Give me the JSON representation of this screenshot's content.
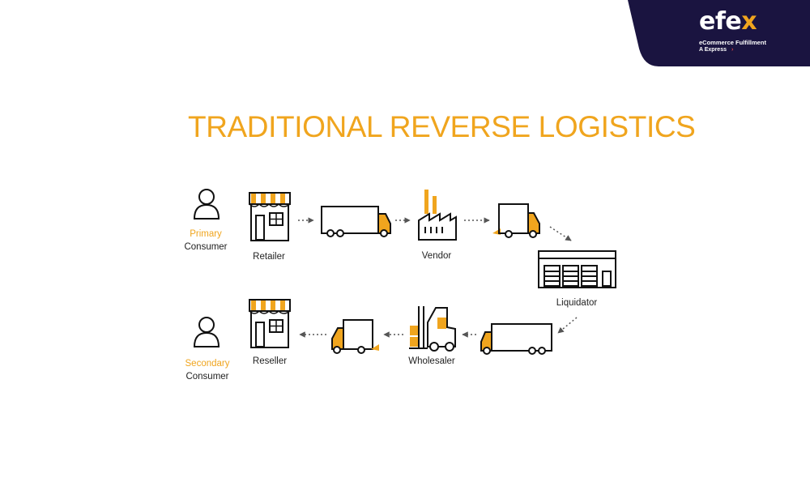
{
  "brand": {
    "name_prefix": "efe",
    "name_suffix": "x",
    "tagline": "eCommerce Fulfillment",
    "subline": "A Express",
    "subline_arrow": "›",
    "colors": {
      "panel": "#1a1440",
      "accent": "#f0a51e",
      "arrow": "#e24a4a"
    }
  },
  "title": "TRADITIONAL REVERSE LOGISTICS",
  "nodes": {
    "primary_consumer": {
      "line1": "Primary",
      "line2": "Consumer",
      "icon": "person-icon"
    },
    "retailer": {
      "label": "Retailer",
      "icon": "store-icon"
    },
    "vendor": {
      "label": "Vendor",
      "icon": "factory-icon"
    },
    "liquidator": {
      "label": "Liquidator",
      "icon": "warehouse-icon"
    },
    "wholesaler": {
      "label": "Wholesaler",
      "icon": "forklift-icon"
    },
    "reseller": {
      "label": "Reseller",
      "icon": "store-icon"
    },
    "secondary_consumer": {
      "line1": "Secondary",
      "line2": "Consumer",
      "icon": "person-icon"
    }
  },
  "colors": {
    "accent": "#f0a51e",
    "line": "#111111",
    "arrow": "#555555"
  }
}
